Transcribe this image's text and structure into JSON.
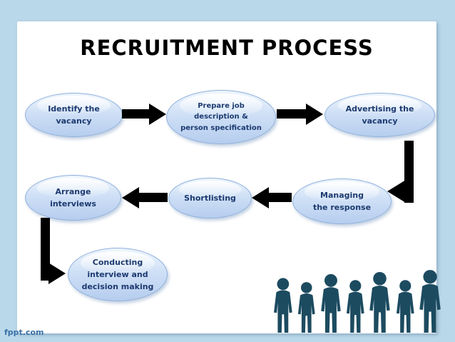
{
  "slide": {
    "title": "RECRUITMENT PROCESS",
    "watermark": "fppt.com"
  },
  "colors": {
    "frame_background": "#b9d8ea",
    "slide_background": "#ffffff",
    "node_fill_top": "#eff6fd",
    "node_fill_bottom": "#b6cdee",
    "node_border": "#8fb0dc",
    "node_text": "#1c3a70",
    "arrow": "#000000",
    "silhouette": "#1c4b60",
    "watermark_text": "#3a71a8"
  },
  "diagram": {
    "nodes": [
      {
        "id": "identify-vacancy",
        "lines": [
          "Identify the",
          "vacancy"
        ]
      },
      {
        "id": "prepare-job",
        "lines": [
          "Prepare job",
          "description &",
          "person specification"
        ]
      },
      {
        "id": "advertising-vacancy",
        "lines": [
          "Advertising the",
          "vacancy"
        ]
      },
      {
        "id": "managing-response",
        "lines": [
          "Managing",
          "the response"
        ]
      },
      {
        "id": "shortlisting",
        "lines": [
          "Shortlisting"
        ]
      },
      {
        "id": "arrange-interviews",
        "lines": [
          "Arrange",
          "interviews"
        ]
      },
      {
        "id": "conducting-interview",
        "lines": [
          "Conducting",
          "interview and",
          "decision making"
        ]
      }
    ]
  }
}
